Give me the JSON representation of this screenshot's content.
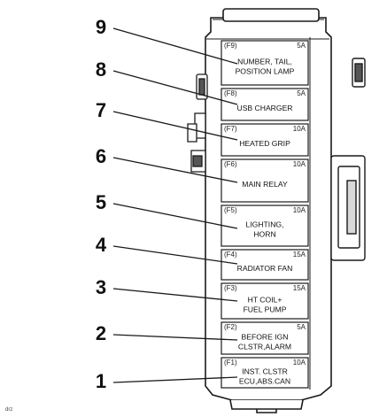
{
  "fuses": [
    {
      "callout": "9",
      "id": "(F9)",
      "amp": "5A",
      "lines": [
        "NUMBER, TAIL,",
        "POSITION LAMP"
      ]
    },
    {
      "callout": "8",
      "id": "(F8)",
      "amp": "5A",
      "lines": [
        "USB CHARGER"
      ]
    },
    {
      "callout": "7",
      "id": "(F7)",
      "amp": "10A",
      "lines": [
        "HEATED GRIP"
      ]
    },
    {
      "callout": "6",
      "id": "(F6)",
      "amp": "10A",
      "lines": [
        "MAIN RELAY"
      ]
    },
    {
      "callout": "5",
      "id": "(F5)",
      "amp": "10A",
      "lines": [
        "LIGHTING,",
        "HORN"
      ]
    },
    {
      "callout": "4",
      "id": "(F4)",
      "amp": "15A",
      "lines": [
        "RADIATOR FAN"
      ]
    },
    {
      "callout": "3",
      "id": "(F3)",
      "amp": "15A",
      "lines": [
        "HT COIL+",
        "FUEL PUMP"
      ]
    },
    {
      "callout": "2",
      "id": "(F2)",
      "amp": "5A",
      "lines": [
        "BEFORE IGN",
        "CLSTR,ALARM"
      ]
    },
    {
      "callout": "1",
      "id": "(F1)",
      "amp": "10A",
      "lines": [
        "INST. CLSTR",
        "ECU,ABS.CAN"
      ]
    }
  ],
  "footnote": "drz",
  "colors": {
    "line": "#1a1a1a",
    "panel": "#ffffff",
    "shade": "#d8d8d8",
    "dark": "#555555"
  }
}
